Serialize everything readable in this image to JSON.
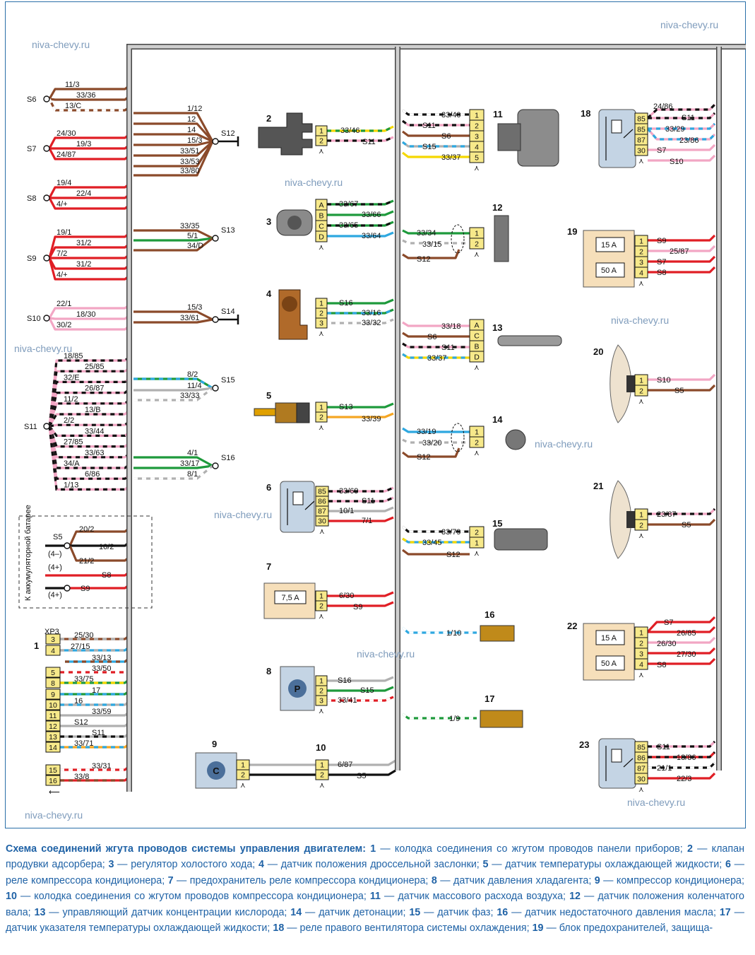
{
  "watermark": "niva-chevy.ru",
  "colors": {
    "brown": "#8b4a2a",
    "pink": "#f2a6c4",
    "red": "#e01e25",
    "green": "#1e9a3c",
    "blue": "#2ea8e0",
    "gray": "#b0b0b0",
    "yellow": "#f5d800",
    "orange": "#f5a623",
    "black": "#111111",
    "bus": "#a9a9a9",
    "connector": "#f7e98a",
    "relay": "#c4d4e4",
    "fuse": "#f6dfba"
  },
  "splices_left": {
    "s6": {
      "label": "S6",
      "wires": [
        "11/3",
        "33/36",
        "13/C"
      ]
    },
    "s7": {
      "label": "S7",
      "wires": [
        "24/30",
        "19/3",
        "24/87"
      ]
    },
    "s8": {
      "label": "S8",
      "wires": [
        "19/4",
        "22/4",
        "4/+"
      ]
    },
    "s9": {
      "label": "S9",
      "wires": [
        "19/1",
        "31/2",
        "7/2",
        "31/2",
        "4/+"
      ]
    },
    "s10": {
      "label": "S10",
      "wires": [
        "22/1",
        "18/30",
        "30/2"
      ]
    },
    "s11": {
      "label": "S11",
      "wires": [
        "18/85",
        "25/85",
        "32/E",
        "26/87",
        "11/2",
        "13/B",
        "2/2",
        "33/44",
        "27/85",
        "33/63",
        "34/A",
        "6/86",
        "1/13"
      ]
    }
  },
  "splices_inner": {
    "s12": {
      "label": "S12",
      "wires": [
        "1/12",
        "12",
        "14",
        "15/3",
        "33/51",
        "33/53",
        "33/80"
      ]
    },
    "s13": {
      "label": "S13",
      "wires": [
        "33/35",
        "5/1",
        "34/D"
      ]
    },
    "s14": {
      "label": "S14",
      "wires": [
        "15/3",
        "33/61"
      ]
    },
    "s15": {
      "label": "S15",
      "wires": [
        "8/2",
        "11/4",
        "33/33"
      ]
    },
    "s16": {
      "label": "S16",
      "wires": [
        "4/1",
        "33/17",
        "8/1"
      ]
    }
  },
  "battery": {
    "title": "К аккумуляторной батарее",
    "s5": "S5",
    "w1": "20/2",
    "w2": "10/2",
    "w3": "21/2",
    "n1": "(4–)",
    "n2": "(4+)",
    "n3": "(4+)",
    "s8": "S8",
    "s9": "S9"
  },
  "xp3": {
    "num": "1",
    "label": "XP3",
    "pins": [
      [
        "3",
        "25/30"
      ],
      [
        "4",
        "27/15"
      ],
      [
        "4",
        "33/13"
      ],
      [
        "5",
        "33/50"
      ],
      [
        "8",
        "33/75"
      ],
      [
        "9",
        "17"
      ],
      [
        "10",
        "16"
      ],
      [
        "11",
        "33/59"
      ],
      [
        "12",
        "S12"
      ],
      [
        "13",
        "S11"
      ],
      [
        "14",
        "33/71"
      ],
      [
        "15",
        "33/31"
      ],
      [
        "16",
        "33/8"
      ]
    ]
  },
  "comp2": {
    "num": "2",
    "pins": [
      "1",
      "2"
    ],
    "wires": [
      "33/46",
      "S11"
    ]
  },
  "comp3": {
    "num": "3",
    "pins": [
      "A",
      "B",
      "C",
      "D"
    ],
    "wires": [
      "33/67",
      "33/66",
      "33/65",
      "33/64"
    ]
  },
  "comp4": {
    "num": "4",
    "pins": [
      "1",
      "2",
      "3"
    ],
    "wires": [
      "S16",
      "33/16",
      "33/32"
    ]
  },
  "comp5": {
    "num": "5",
    "pins": [
      "1",
      "2"
    ],
    "wires": [
      "S13",
      "33/39"
    ]
  },
  "comp6": {
    "num": "6",
    "pins": [
      "85",
      "86",
      "87",
      "30"
    ],
    "wires": [
      "33/69",
      "S11",
      "10/1",
      "7/1"
    ]
  },
  "comp7": {
    "num": "7",
    "fuse": "7,5 A",
    "pins": [
      "1",
      "2"
    ],
    "wires": [
      "6/30",
      "S9"
    ]
  },
  "comp8": {
    "num": "8",
    "icon": "P",
    "pins": [
      "1",
      "2",
      "3"
    ],
    "wires": [
      "S16",
      "S15",
      "33/41"
    ]
  },
  "comp9": {
    "num": "9",
    "icon": "C",
    "pins": [
      "1",
      "2"
    ]
  },
  "comp10": {
    "num": "10",
    "pins": [
      "1",
      "2"
    ],
    "wires": [
      "6/87",
      "S5"
    ]
  },
  "comp11": {
    "num": "11",
    "pins": [
      "1",
      "2",
      "3",
      "4",
      "5"
    ],
    "wires": [
      "33/40",
      "S11",
      "S6",
      "S15",
      "33/37"
    ]
  },
  "comp12": {
    "num": "12",
    "pins": [
      "1",
      "2"
    ],
    "wires": [
      "33/34",
      "33/15",
      "S12"
    ]
  },
  "comp13": {
    "num": "13",
    "pins": [
      "A",
      "C",
      "B",
      "D"
    ],
    "wires": [
      "33/18",
      "S6",
      "S11",
      "33/37"
    ]
  },
  "comp14": {
    "num": "14",
    "pins": [
      "1",
      "2"
    ],
    "wires": [
      "33/19",
      "33/20",
      "S12"
    ]
  },
  "comp15": {
    "num": "15",
    "pins": [
      "2",
      "1"
    ],
    "wires": [
      "33/79",
      "33/45",
      "S12"
    ]
  },
  "comp16": {
    "num": "16",
    "wire": "1/10"
  },
  "comp17": {
    "num": "17",
    "wire": "1/9"
  },
  "comp18": {
    "num": "18",
    "pins": [
      "85",
      "85",
      "87",
      "30"
    ],
    "wires": [
      "24/86",
      "S11",
      "33/29",
      "23/86",
      "S7",
      "S10"
    ]
  },
  "comp19": {
    "num": "19",
    "fuses": [
      "15 A",
      "50 A"
    ],
    "pins": [
      "1",
      "2",
      "3",
      "4"
    ],
    "wires": [
      "S9",
      "25/87",
      "S7",
      "S8"
    ]
  },
  "comp20": {
    "num": "20",
    "pins": [
      "1",
      "2"
    ],
    "wires": [
      "S10",
      "S5"
    ]
  },
  "comp21": {
    "num": "21",
    "pins": [
      "1",
      "2"
    ],
    "wires": [
      "23/87",
      "S5"
    ]
  },
  "comp22": {
    "num": "22",
    "fuses": [
      "15 A",
      "50 A"
    ],
    "pins": [
      "1",
      "2",
      "3",
      "4"
    ],
    "wires": [
      "S7",
      "26/85",
      "26/30",
      "27/30",
      "S8"
    ]
  },
  "comp23": {
    "num": "23",
    "pins": [
      "85",
      "86",
      "87",
      "30"
    ],
    "wires": [
      "S11",
      "18/86",
      "21/1",
      "22/3"
    ]
  },
  "caption": {
    "title": "Схема соединений жгута проводов системы управления двигателем:",
    "items": [
      [
        "1",
        "колодка соединения со жгутом проводов панели приборов"
      ],
      [
        "2",
        "клапан продувки адсорбера"
      ],
      [
        "3",
        "регулятор холостого хода"
      ],
      [
        "4",
        "датчик положения дроссельной заслонки"
      ],
      [
        "5",
        "датчик температуры охлаждающей жидкости"
      ],
      [
        "6",
        "реле компрессора кондиционера"
      ],
      [
        "7",
        "предохранитель реле компрессора кондиционера"
      ],
      [
        "8",
        "датчик давления хладагента"
      ],
      [
        "9",
        "компрессор кондиционера"
      ],
      [
        "10",
        "колодка соединения со жгутом проводов компрессора кондиционера"
      ],
      [
        "11",
        "датчик массового расхода воздуха"
      ],
      [
        "12",
        "датчик положения коленчатого вала"
      ],
      [
        "13",
        "управляющий датчик концентрации кислорода"
      ],
      [
        "14",
        "датчик детонации"
      ],
      [
        "15",
        "датчик фаз"
      ],
      [
        "16",
        "датчик недостаточного давления масла"
      ],
      [
        "17",
        "датчик указателя температуры охлаждающей жидкости"
      ],
      [
        "18",
        "реле правого вентилятора системы охлаждения"
      ],
      [
        "19",
        "блок предохранителей, защища-"
      ]
    ]
  }
}
